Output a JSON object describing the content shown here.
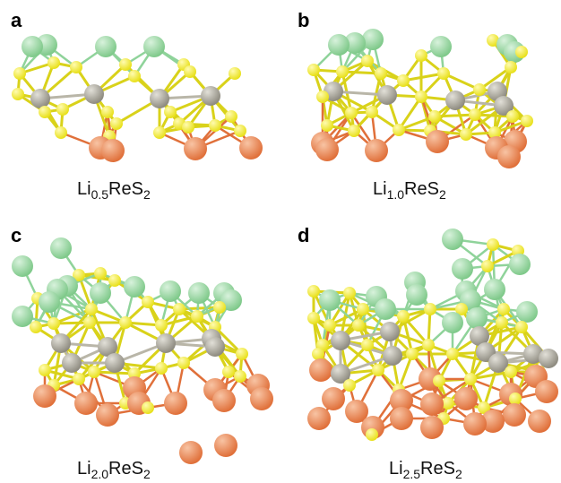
{
  "panels": [
    {
      "letter": "a",
      "caption": {
        "pre": "Li",
        "sub1": "0.5",
        "mid": "ReS",
        "sub2": "2"
      }
    },
    {
      "letter": "b",
      "caption": {
        "pre": "Li",
        "sub1": "1.0",
        "mid": "ReS",
        "sub2": "2"
      }
    },
    {
      "letter": "c",
      "caption": {
        "pre": "Li",
        "sub1": "2.0",
        "mid": "ReS",
        "sub2": "2"
      }
    },
    {
      "letter": "d",
      "caption": {
        "pre": "Li",
        "sub1": "2.5",
        "mid": "ReS",
        "sub2": "2"
      }
    }
  ],
  "colors": {
    "lithium_top": "#7fc98a",
    "rhenium": "#8e8b80",
    "sulfur": "#e8e01a",
    "lithium_bottom": "#e0703a",
    "bond_s": "#d9d21a",
    "bond_li": "#8fd39a",
    "bond_orange": "#e0703a"
  }
}
